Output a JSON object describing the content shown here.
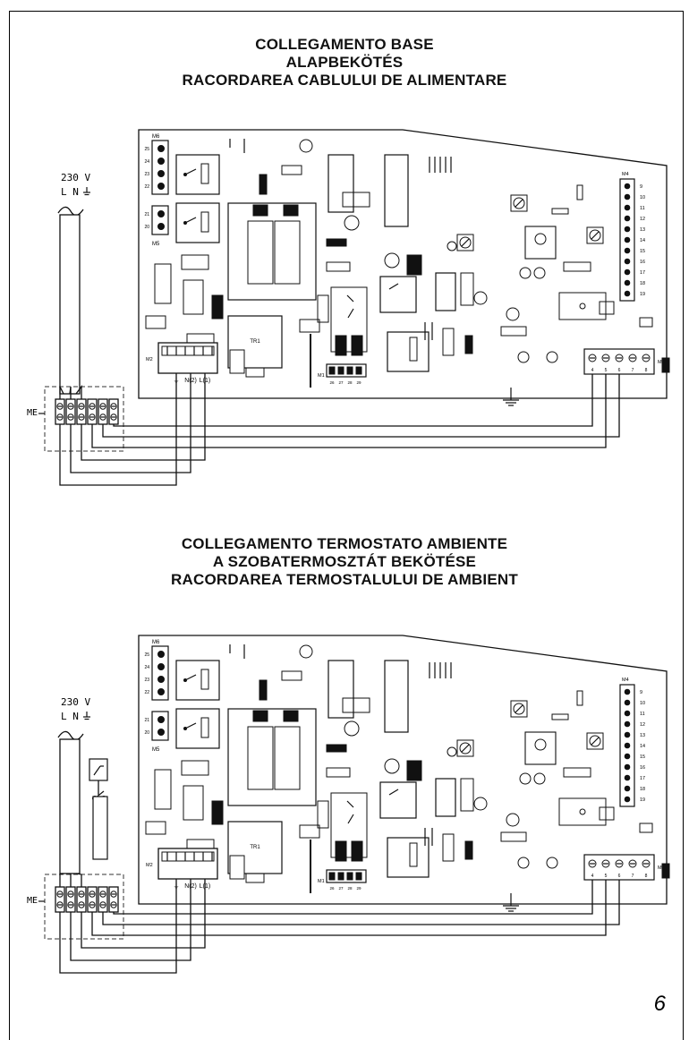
{
  "section1": {
    "title_lines": [
      "COLLEGAMENTO BASE",
      "ALAPBEKÖTÉS",
      "RACORDAREA CABLULUI DE ALIMENTARE"
    ]
  },
  "section2": {
    "title_lines": [
      "COLLEGAMENTO TERMOSTATO AMBIENTE",
      "A SZOBATERMOSZTÁT BEKÖTÉSE",
      "RACORDAREA TERMOSTALULUI DE AMBIENT"
    ]
  },
  "diagram": {
    "supply_label": "230 V",
    "phase_labels": "L N",
    "terminal_block_label": "ME",
    "connector_labels": {
      "m6": "M6",
      "m5": "M5",
      "m4": "M4",
      "m3": "M3",
      "m2": "M2",
      "m1": "M1",
      "tr": "TR1"
    },
    "m6_pins": [
      "25",
      "24",
      "23",
      "22"
    ],
    "m5_pins": [
      "21",
      "20"
    ],
    "m4_pins": [
      "9",
      "10",
      "11",
      "12",
      "13",
      "14",
      "15",
      "16",
      "17",
      "18",
      "19"
    ],
    "m3_pins": [
      "4",
      "5",
      "6",
      "7",
      "8"
    ],
    "m2_pins": [
      "⏚",
      "N(2)",
      "L(1)"
    ],
    "m1_pins": [
      "26",
      "27",
      "28",
      "29"
    ]
  },
  "page_number": "6",
  "colors": {
    "ink": "#111111",
    "paper": "#ffffff",
    "dashed": "#333333"
  }
}
